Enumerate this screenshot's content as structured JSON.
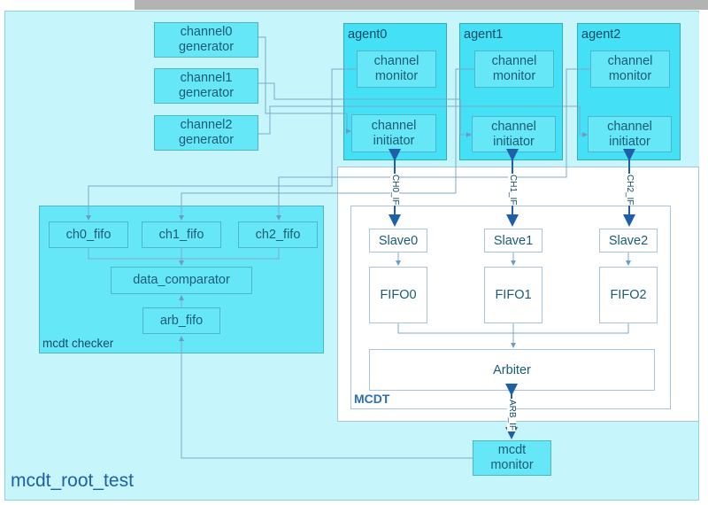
{
  "title": "mcdt_root_test",
  "generators": [
    "channel0\ngenerator",
    "channel1\ngenerator",
    "channel2\ngenerator"
  ],
  "agents": [
    {
      "title": "agent0",
      "monitor": "channel\nmonitor",
      "initiator": "channel\ninitiator"
    },
    {
      "title": "agent1",
      "monitor": "channel\nmonitor",
      "initiator": "channel\ninitiator"
    },
    {
      "title": "agent2",
      "monitor": "channel\nmonitor",
      "initiator": "channel\ninitiator"
    }
  ],
  "checker": {
    "label": "mcdt checker",
    "fifos": [
      "ch0_fifo",
      "ch1_fifo",
      "ch2_fifo"
    ],
    "comparator": "data_comparator",
    "arb_fifo": "arb_fifo"
  },
  "mcdt": {
    "label": "MCDT",
    "slaves": [
      "Slave0",
      "Slave1",
      "Slave2"
    ],
    "fifos": [
      "FIFO0",
      "FIFO1",
      "FIFO2"
    ],
    "arbiter": "Arbiter"
  },
  "interfaces": [
    "CH0_IF",
    "CH1_IF",
    "CH2_IF",
    "ARB_IF"
  ],
  "mcdt_monitor": "mcdt\nmonitor",
  "colors": {
    "background": "#c6f6fc",
    "block": "#66e7f7",
    "agent": "#44e0f5",
    "arrow": "#1f5fa8",
    "text": "#1a5c74"
  }
}
